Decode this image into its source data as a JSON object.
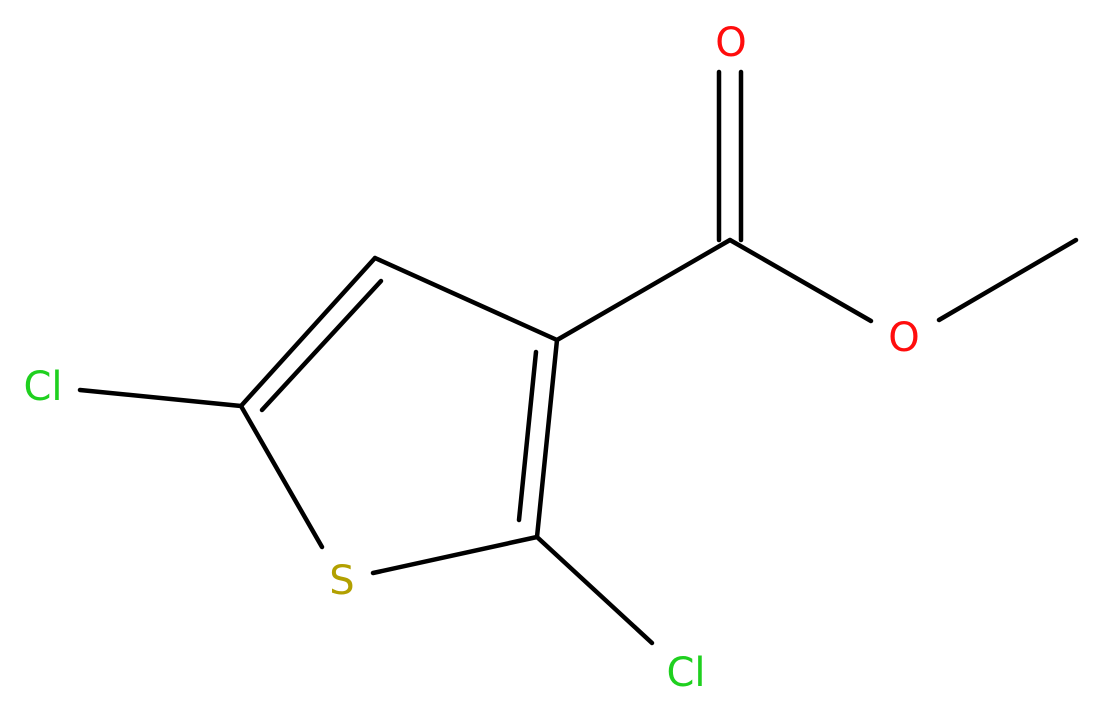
{
  "molecule": {
    "atoms": {
      "O_carbonyl": {
        "symbol": "O",
        "color": "#ff0d0d"
      },
      "O_ester": {
        "symbol": "O",
        "color": "#ff0d0d"
      },
      "S_ring": {
        "symbol": "S",
        "color": "#b2a000"
      },
      "Cl_left": {
        "symbol": "Cl",
        "color": "#1fd01f"
      },
      "Cl_bottom": {
        "symbol": "Cl",
        "color": "#1fd01f"
      }
    },
    "bond_color": "#000000",
    "background": "#ffffff"
  }
}
